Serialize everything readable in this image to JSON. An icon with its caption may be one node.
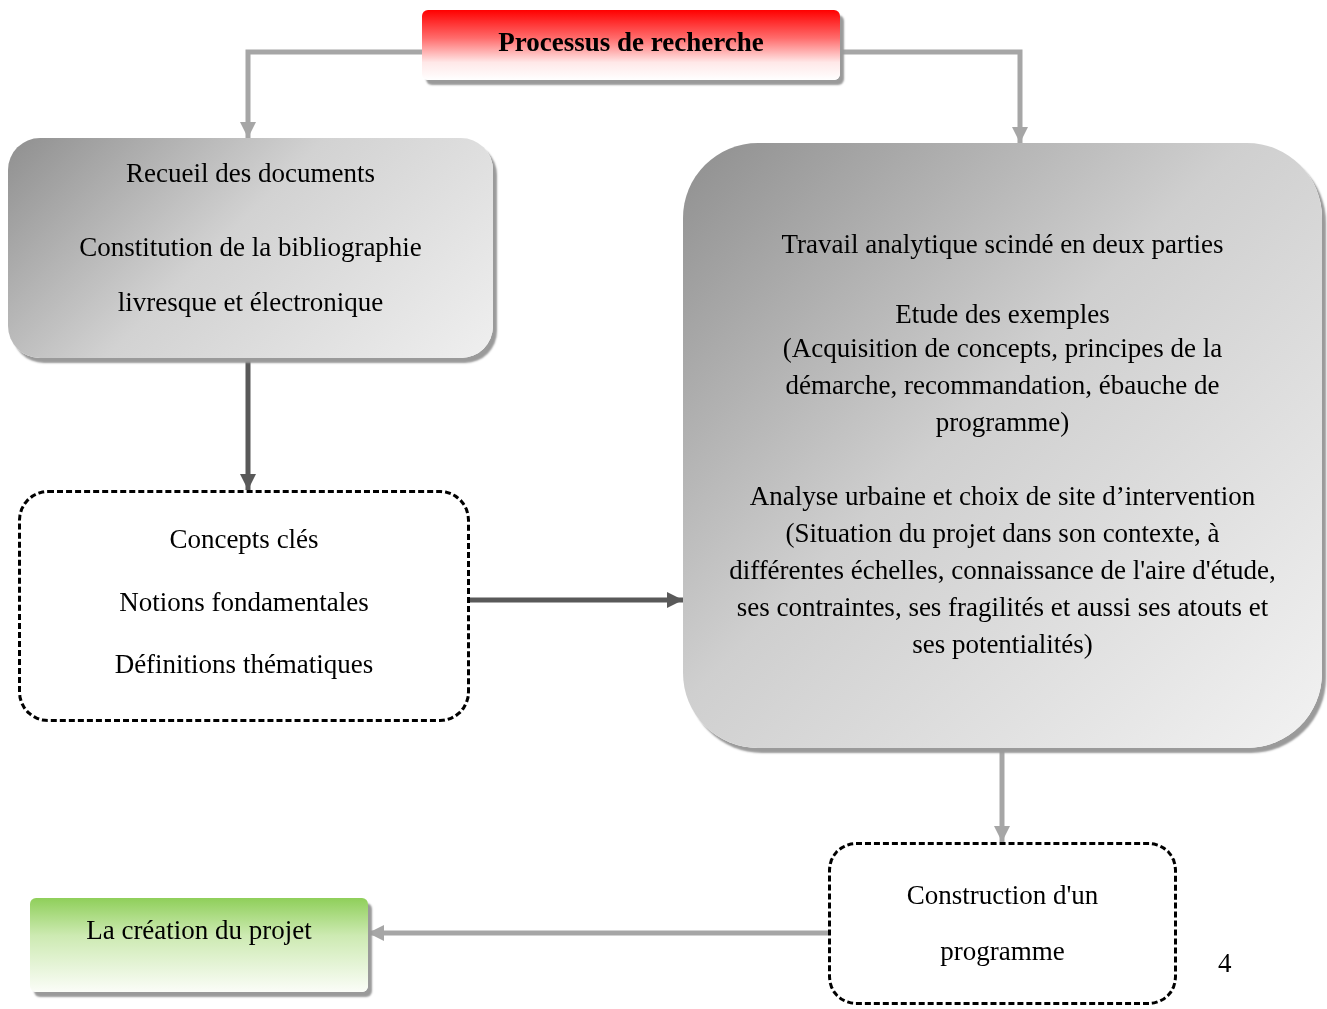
{
  "diagram": {
    "nodes": [
      {
        "text": [
          "Processus de recherche"
        ]
      },
      {
        "text": [
          "Recueil des documents",
          "Constitution de la bibliographie livresque et électronique"
        ]
      },
      {
        "text": [
          "Concepts clés",
          "Notions fondamentales",
          "Définitions thématiques"
        ]
      },
      {
        "text": [
          "Travail analytique scindé en deux parties",
          "Etude des exemples",
          "(Acquisition de concepts, principes de la démarche, recommandation, ébauche de programme)",
          "Analyse urbaine et choix de site d’intervention",
          "(Situation du projet dans son contexte, à différentes échelles, connaissance de l'aire d'étude, ses contraintes, ses fragilités et aussi ses atouts et ses potentialités)"
        ]
      },
      {
        "text": [
          "Construction d'un programme"
        ]
      },
      {
        "text": [
          "La création du projet"
        ]
      }
    ],
    "edges": [
      {
        "from": 0,
        "to": 1,
        "arrow": "to"
      },
      {
        "from": 0,
        "to": 3,
        "arrow": "to"
      },
      {
        "from": 1,
        "to": 2,
        "arrow": "to",
        "color": "#595959"
      },
      {
        "from": 2,
        "to": 3,
        "arrow": "to",
        "color": "#595959"
      },
      {
        "from": 3,
        "to": 4,
        "arrow": "to"
      },
      {
        "from": 4,
        "to": 5,
        "arrow": "to"
      }
    ],
    "labels": [
      "4"
    ]
  }
}
